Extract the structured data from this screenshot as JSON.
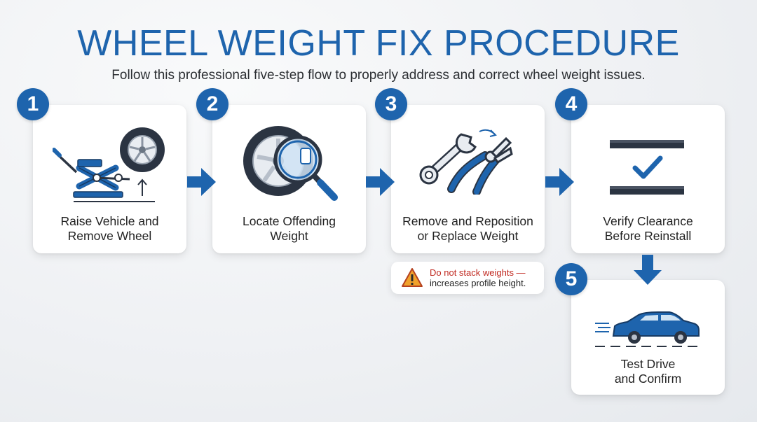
{
  "header": {
    "title": "WHEEL WEIGHT FIX PROCEDURE",
    "subtitle": "Follow this professional five-step flow to properly address and correct wheel weight issues."
  },
  "steps": [
    {
      "number": "1",
      "label_line1": "Raise Vehicle and",
      "label_line2": "Remove Wheel",
      "icon": "jack-and-wheel-icon"
    },
    {
      "number": "2",
      "label_line1": "Locate Offending",
      "label_line2": "Weight",
      "icon": "wheel-magnifier-icon"
    },
    {
      "number": "3",
      "label_line1": "Remove and Reposition",
      "label_line2": "or Replace Weight",
      "icon": "wrench-pliers-icon"
    },
    {
      "number": "4",
      "label_line1": "Verify Clearance",
      "label_line2": "Before Reinstall",
      "icon": "clearance-check-icon"
    },
    {
      "number": "5",
      "label_line1": "Test Drive",
      "label_line2": "and Confirm",
      "icon": "car-driving-icon"
    }
  ],
  "warning": {
    "line1": "Do not stack weights —",
    "line2": "increases profile height.",
    "icon": "warning-triangle-icon"
  },
  "colors": {
    "accent": "#1e64ad",
    "warning_red": "#c0281f",
    "warning_amber": "#f0a22c"
  }
}
